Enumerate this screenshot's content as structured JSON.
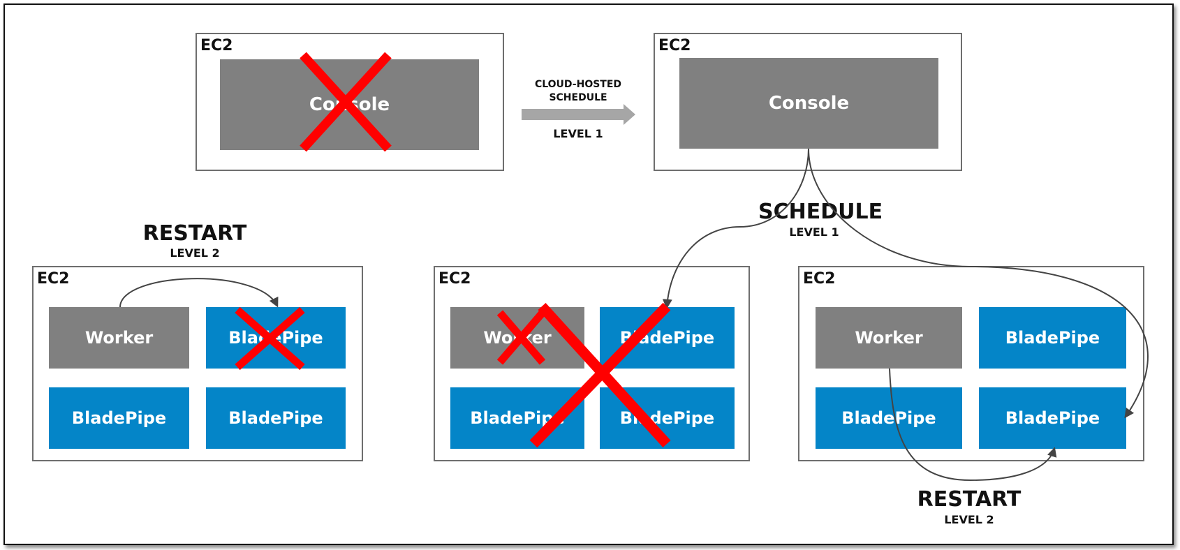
{
  "ec2_label": "EC2",
  "console_label": "Console",
  "worker_label": "Worker",
  "bladepipe_label": "BladePipe",
  "migration": {
    "line1": "CLOUD-HOSTED",
    "line2": "SCHEDULE",
    "level": "LEVEL 1"
  },
  "schedule": {
    "title": "SCHEDULE",
    "level": "LEVEL 1"
  },
  "restart_left": {
    "title": "RESTART",
    "level": "LEVEL 2"
  },
  "restart_right": {
    "title": "RESTART",
    "level": "LEVEL 2"
  },
  "colors": {
    "worker": "#808080",
    "bladepipe": "#0485c8",
    "failure_mark": "#ff0000",
    "arrow": "#a6a6a6"
  }
}
